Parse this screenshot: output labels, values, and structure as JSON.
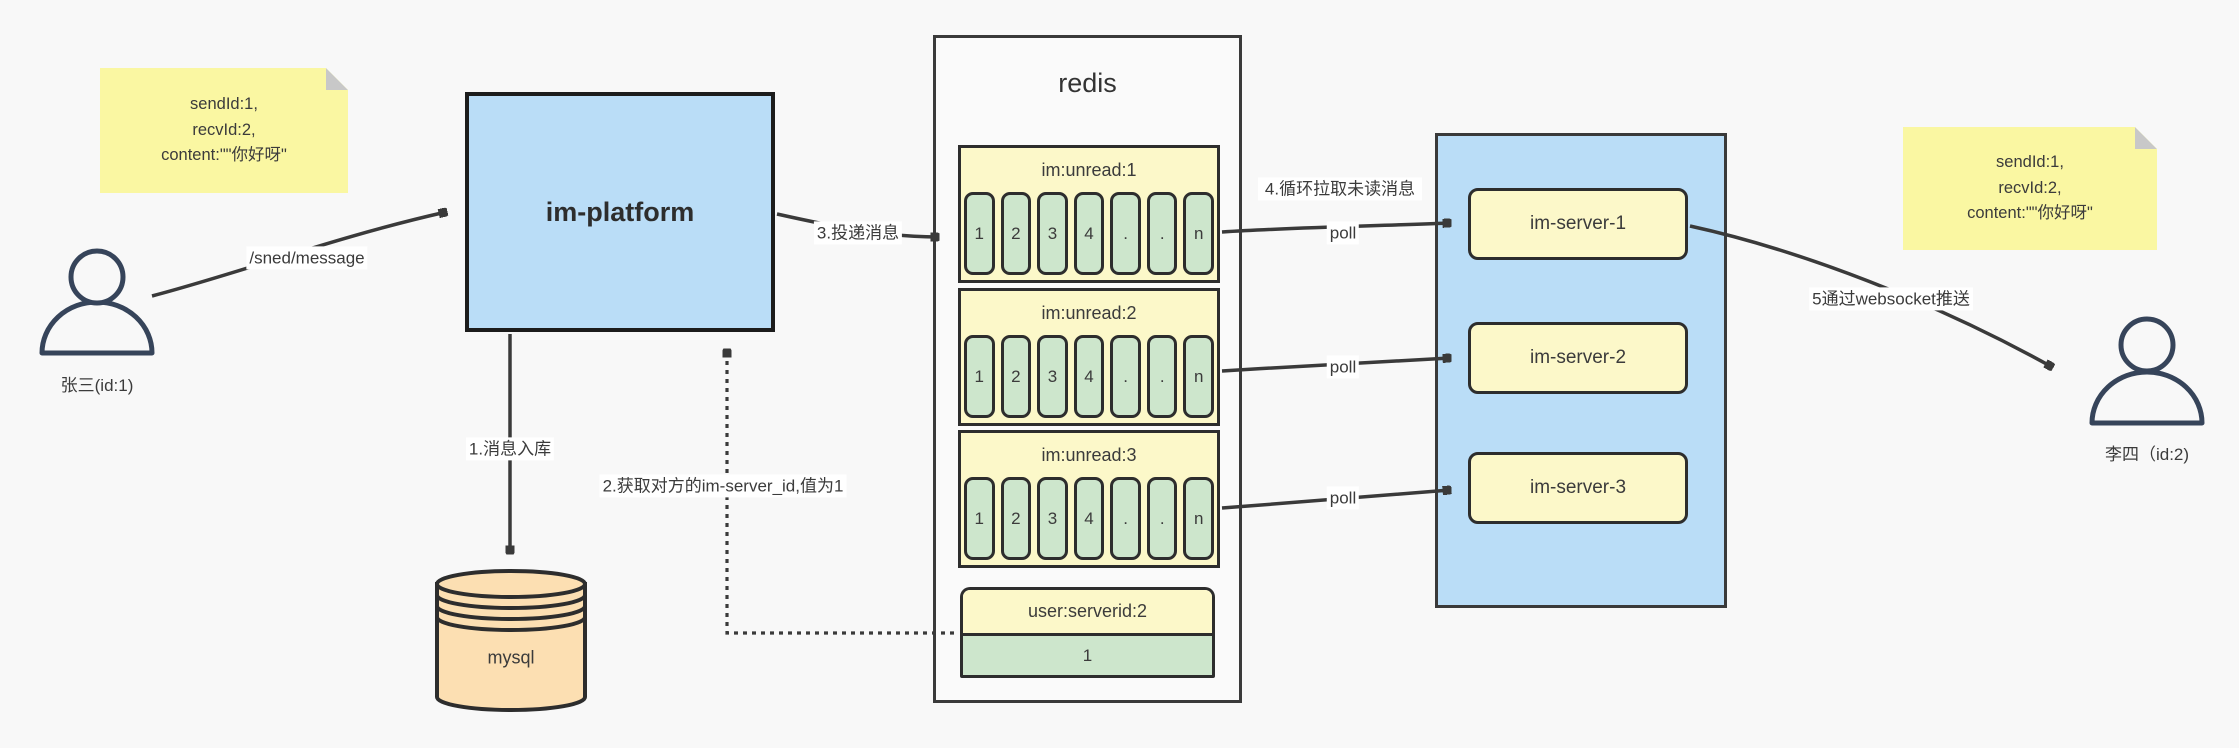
{
  "actors": {
    "sender": {
      "label": "张三(id:1)"
    },
    "receiver": {
      "label": "李四（id:2)"
    }
  },
  "notes": {
    "left": {
      "line1": "sendId:1,",
      "line2": "recvId:2,",
      "line3": "content:\"\"你好呀\""
    },
    "right": {
      "line1": "sendId:1,",
      "line2": "recvId:2,",
      "line3": "content:\"\"你好呀\""
    }
  },
  "nodes": {
    "im_platform": {
      "label": "im-platform"
    },
    "mysql": {
      "label": "mysql"
    },
    "redis": {
      "title": "redis",
      "queues": [
        {
          "header": "im:unread:1",
          "cells": [
            "1",
            "2",
            "3",
            "4",
            ".",
            ".",
            "n"
          ]
        },
        {
          "header": "im:unread:2",
          "cells": [
            "1",
            "2",
            "3",
            "4",
            ".",
            ".",
            "n"
          ]
        },
        {
          "header": "im:unread:3",
          "cells": [
            "1",
            "2",
            "3",
            "4",
            ".",
            ".",
            "n"
          ]
        }
      ],
      "kv": {
        "header": "user:serverid:2",
        "value": "1"
      }
    },
    "servers": [
      {
        "label": "im-server-1"
      },
      {
        "label": "im-server-2"
      },
      {
        "label": "im-server-3"
      }
    ]
  },
  "edges": {
    "send": "/sned/message",
    "step1": "1.消息入库",
    "step2": "2.获取对方的im-server_id,值为1",
    "step3": "3.投递消息",
    "step4": "4.循环拉取未读消息",
    "poll": "poll",
    "step5": "5通过websocket推送"
  },
  "colors": {
    "background": "#f8f8f8",
    "node_blue": "#baddf7",
    "note_yellow": "#faf7a2",
    "header_yellow": "#fcf8c9",
    "cell_green": "#cde6cc",
    "db_orange": "#fcdfb2",
    "arrow": "#3a3a3a",
    "border_dark": "#2d2d2d"
  }
}
